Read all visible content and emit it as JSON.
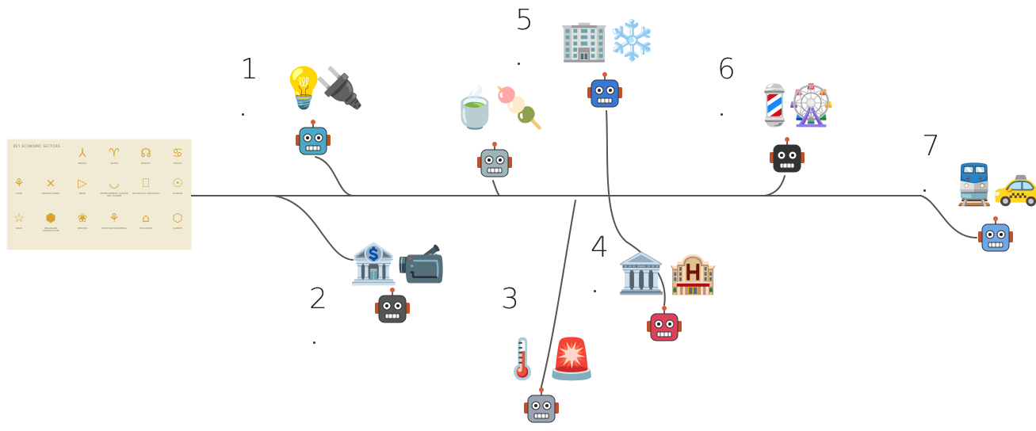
{
  "card": {
    "title": "KEY ECONOMIC SECTORS",
    "sectors": [
      {
        "icon": "⅄",
        "label": "ENERGY"
      },
      {
        "icon": "♈",
        "label": "WATER"
      },
      {
        "icon": "☊",
        "label": "MOBILITY"
      },
      {
        "icon": "♋",
        "label": "HEALTH"
      },
      {
        "icon": "⚘",
        "label": "FOOD"
      },
      {
        "icon": "⨯",
        "label": "MANUFACTURING"
      },
      {
        "icon": "▷",
        "label": "MEDIA"
      },
      {
        "icon": "◡",
        "label": "ENTERTAINMENT, CULTURE AND TOURISM"
      },
      {
        "icon": "⎕",
        "label": "TECHNOLOGY AND DIGITAL"
      },
      {
        "icon": "☉",
        "label": "TOURISM"
      },
      {
        "icon": "☆",
        "label": "SPACE"
      },
      {
        "icon": "⬢",
        "label": "DESIGN AND CONSTRUCTION"
      },
      {
        "icon": "❀",
        "label": "SERVICES"
      },
      {
        "icon": "⚘",
        "label": "SPORT AND WELLBEING"
      },
      {
        "icon": "⌂",
        "label": "EDUCATION"
      },
      {
        "icon": "⬡",
        "label": "CLIMATE"
      }
    ]
  },
  "branches": [
    {
      "number": "1",
      "emojis": [
        "💡",
        "🔌"
      ],
      "robot_color": "#4aa8c8"
    },
    {
      "number": "2",
      "emojis": [
        "🏦",
        "📹"
      ],
      "robot_color": "#555555"
    },
    {
      "number": "3",
      "emojis": [
        "🌡️",
        "🚨"
      ],
      "robot_color": "#9aa3b5"
    },
    {
      "number": "4",
      "emojis": [
        "🏛️",
        "🏨"
      ],
      "robot_color": "#e0405a"
    },
    {
      "number": "5",
      "emojis": [
        "🍵",
        "🍡",
        "🏢",
        "❄️"
      ],
      "robot_color": "#3a78d8"
    },
    {
      "number": "6",
      "emojis": [
        "💈",
        "🎡"
      ],
      "robot_color": "#333333"
    },
    {
      "number": "7",
      "emojis": [
        "🚆",
        "🚕"
      ],
      "robot_color": "#6fa7e6"
    }
  ]
}
